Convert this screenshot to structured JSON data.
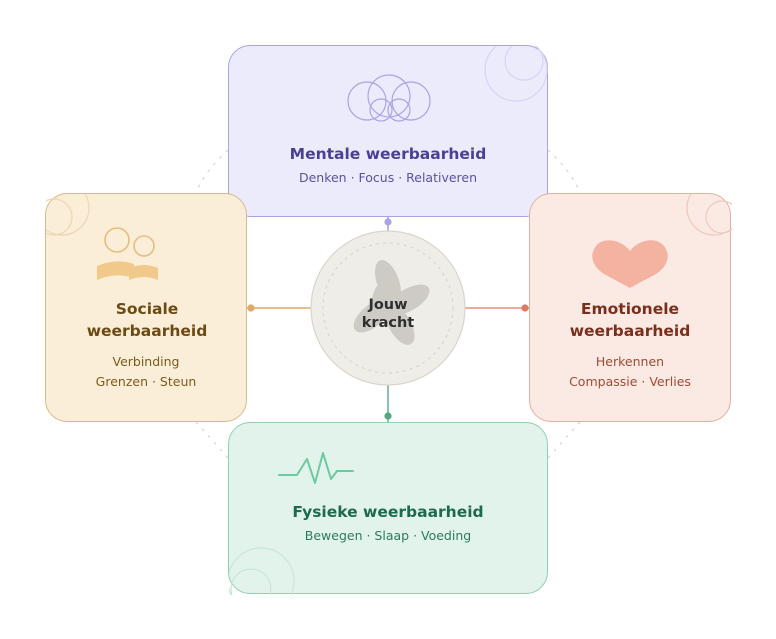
{
  "center": {
    "line1": "Jouw",
    "line2": "kracht",
    "icon": "flower-icon"
  },
  "cards": {
    "mentale": {
      "title": "Mentale weerbaarheid",
      "subtitle": "Denken · Focus · Relativeren",
      "icon": "cloud-icon",
      "color": "#4a3f96"
    },
    "sociale": {
      "title_line1": "Sociale",
      "title_line2": "weerbaarheid",
      "subtitle_line1": "Verbinding",
      "subtitle_line2": "Grenzen · Steun",
      "icon": "people-icon",
      "color": "#6b4a14"
    },
    "emotionele": {
      "title_line1": "Emotionele",
      "title_line2": "weerbaarheid",
      "subtitle_line1": "Herkennen",
      "subtitle_line2": "Compassie · Verlies",
      "icon": "hearts-icon",
      "color": "#7a2f1c"
    },
    "fysieke": {
      "title": "Fysieke weerbaarheid",
      "subtitle": "Bewegen · Slaap · Voeding",
      "icon": "heartbeat-icon",
      "color": "#1d6b4e"
    }
  }
}
